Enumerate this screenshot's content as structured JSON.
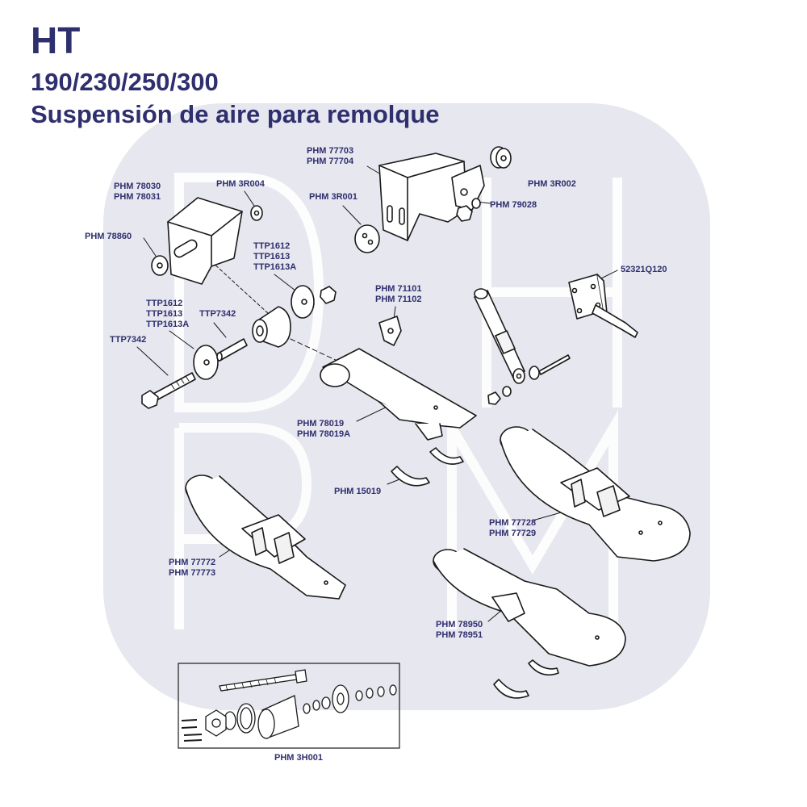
{
  "title": {
    "line1": "HT",
    "line2": "190/230/250/300",
    "line3": "Suspensión de aire para remolque"
  },
  "watermark": {
    "letters": [
      "D",
      "H",
      "P",
      "M"
    ],
    "color": "#e6e7ef"
  },
  "colors": {
    "brand": "#2f2f6e",
    "line": "#1a1a1a"
  },
  "labels": {
    "phm77703": [
      "PHM 77703",
      "PHM 77704"
    ],
    "phm3r002": [
      "PHM 3R002"
    ],
    "phm78030": [
      "PHM 78030",
      "PHM 78031"
    ],
    "phm3r004": [
      "PHM 3R004"
    ],
    "phm3r001": [
      "PHM 3R001"
    ],
    "phm79028": [
      "PHM 79028"
    ],
    "phm78860": [
      "PHM 78860"
    ],
    "ttp1612a": [
      "TTP1612",
      "TTP1613",
      "TTP1613A"
    ],
    "q52321": [
      "52321Q120"
    ],
    "phm71101": [
      "PHM 71101",
      "PHM 71102"
    ],
    "ttp1612b": [
      "TTP1612",
      "TTP1613",
      "TTP1613A"
    ],
    "ttp7342a": [
      "TTP7342"
    ],
    "ttp7342b": [
      "TTP7342"
    ],
    "phm78019": [
      "PHM 78019",
      "PHM 78019A"
    ],
    "phm15019": [
      "PHM 15019"
    ],
    "phm77728": [
      "PHM 77728",
      "PHM 77729"
    ],
    "phm77772": [
      "PHM 77772",
      "PHM 77773"
    ],
    "phm78950": [
      "PHM 78950",
      "PHM 78951"
    ],
    "phm3h001": [
      "PHM 3H001"
    ]
  }
}
